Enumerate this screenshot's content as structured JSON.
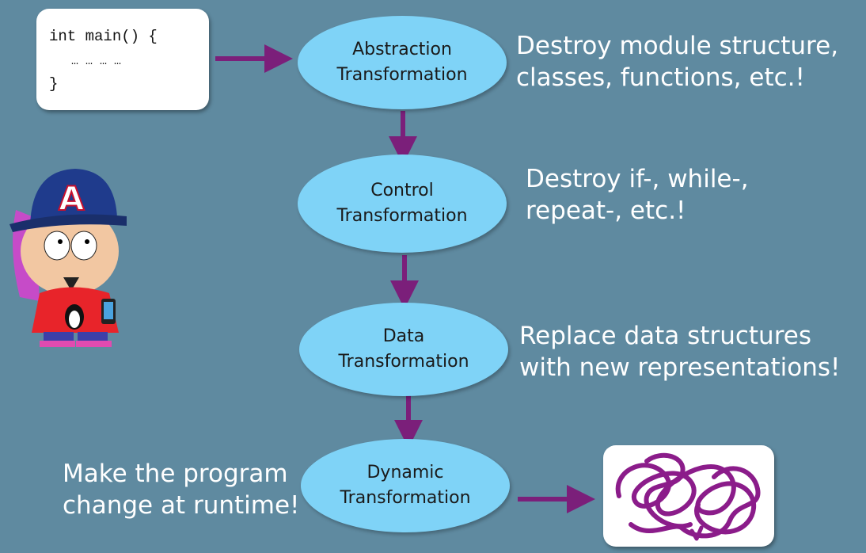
{
  "code_snippet": {
    "line1": "int main() {",
    "line2": "… … … …",
    "line3": "}"
  },
  "nodes": [
    {
      "line1": "Abstraction",
      "line2": "Transformation"
    },
    {
      "line1": "Control",
      "line2": "Transformation"
    },
    {
      "line1": "Data",
      "line2": "Transformation"
    },
    {
      "line1": "Dynamic",
      "line2": "Transformation"
    }
  ],
  "notes": {
    "abstraction": {
      "line1": "Destroy module structure,",
      "line2": "classes, functions, etc.!"
    },
    "control": {
      "line1": "Destroy if-, while-,",
      "line2": "repeat-, etc.!"
    },
    "data": {
      "line1": "Replace data structures",
      "line2": "with new representations!"
    },
    "dynamic": {
      "line1": "Make the program",
      "line2": "change at runtime!"
    }
  },
  "colors": {
    "background": "#5f8aa0",
    "node_fill": "#7fd3f7",
    "arrow": "#7b1f7a",
    "note_text": "#ffffff"
  },
  "icons": [
    "cartoon-character-icon",
    "tangled-scribble-icon"
  ]
}
